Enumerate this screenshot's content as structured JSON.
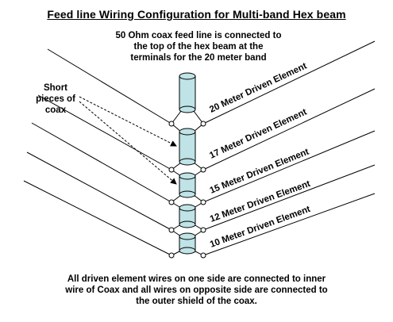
{
  "title": "Feed line Wiring Configuration for Multi-band Hex beam",
  "notes": {
    "top": "50 Ohm coax feed line is connected to the top of the hex beam at the terminals for the 20 meter band",
    "left": [
      "Short",
      "pieces of",
      "coax"
    ],
    "bottom": "All driven element wires on one side are connected to inner wire of Coax and all wires on opposite side are connected to the outer shield of the coax."
  },
  "elements": [
    {
      "label": "20 Meter Driven Element"
    },
    {
      "label": "17 Meter Driven Element"
    },
    {
      "label": "15 Meter Driven Element"
    },
    {
      "label": "12 Meter Driven Element"
    },
    {
      "label": "10 Meter Driven Element"
    }
  ],
  "colors": {
    "coax_fill": "#bfe3e6",
    "line": "#000000"
  }
}
